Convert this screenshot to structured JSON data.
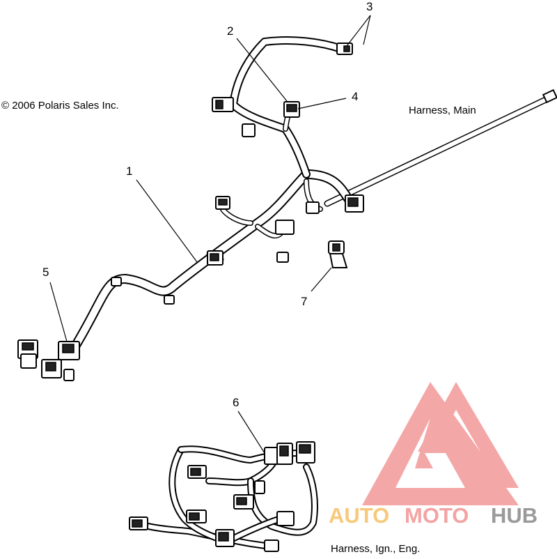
{
  "copyright": "© 2006 Polaris Sales Inc.",
  "captions": {
    "main": "Harness, Main",
    "ign_eng": "Harness, Ign., Eng."
  },
  "callouts": [
    "1",
    "2",
    "3",
    "4",
    "5",
    "6",
    "7"
  ],
  "watermark": {
    "text_auto": "AUTO",
    "text_moto": "MOTO",
    "text_hub": "HUB",
    "colors": {
      "triangle": "#f4a3a3",
      "auto": "#f8c97a",
      "moto": "#f4a3a3",
      "hub": "#9a9a9a"
    }
  }
}
